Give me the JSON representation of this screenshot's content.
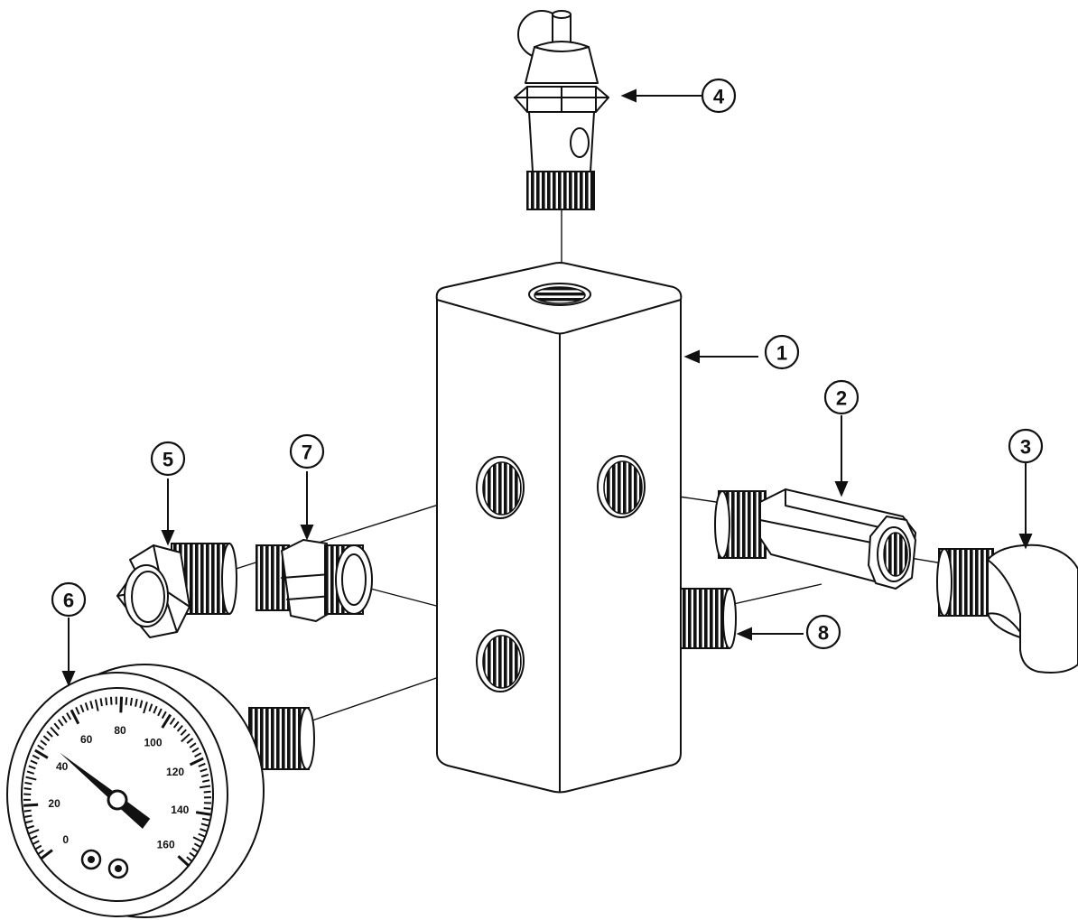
{
  "callouts": [
    {
      "id": "1",
      "label": "1"
    },
    {
      "id": "2",
      "label": "2"
    },
    {
      "id": "3",
      "label": "3"
    },
    {
      "id": "4",
      "label": "4"
    },
    {
      "id": "5",
      "label": "5"
    },
    {
      "id": "6",
      "label": "6"
    },
    {
      "id": "7",
      "label": "7"
    },
    {
      "id": "8",
      "label": "8"
    }
  ],
  "gauge": {
    "scale_labels": [
      "0",
      "20",
      "40",
      "60",
      "80",
      "100",
      "120",
      "140",
      "160"
    ],
    "min": 0,
    "max": 160,
    "needle_value": 45
  }
}
